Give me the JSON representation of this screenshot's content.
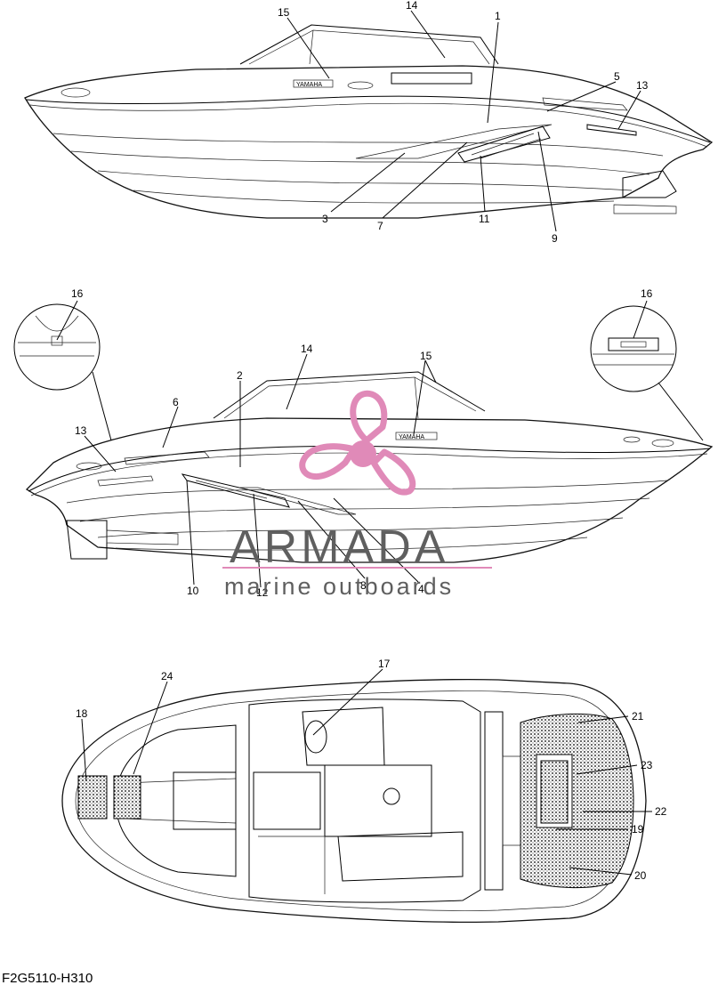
{
  "callouts": {
    "c1": "1",
    "c2": "2",
    "c3": "3",
    "c4": "4",
    "c5": "5",
    "c6": "6",
    "c7": "7",
    "c8": "8",
    "c9": "9",
    "c10": "10",
    "c11": "11",
    "c12": "12",
    "c13": "13",
    "c14": "14",
    "c15": "15",
    "c16": "16",
    "c17": "17",
    "c18": "18",
    "c19": "19",
    "c20": "20",
    "c21": "21",
    "c22": "22",
    "c23": "23",
    "c24": "24"
  },
  "watermark": {
    "title": "ARMADA",
    "subtitle": "marine outboards",
    "accent_color": "#e08ab8",
    "text_color": "#5f5f5f"
  },
  "diagram_code": "F2G5110-H310"
}
